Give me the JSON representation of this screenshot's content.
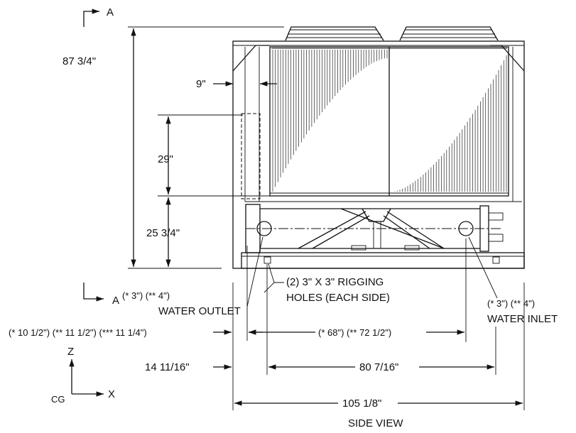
{
  "view_title": "SIDE VIEW",
  "section_marks": {
    "top": "A",
    "bottom": "A"
  },
  "dimensions": {
    "overall_height": "87 3/4\"",
    "fan_offset": "9\"",
    "coil_height": "29\"",
    "base_height": "25 3/4\"",
    "outlet_height_code": "(* 3\") (** 4\")",
    "inlet_height_code": "(* 3\") (** 4\")",
    "outlet_offset": "(* 10 1/2\") (** 11 1/2\") (*** 11 1/4\")",
    "nozzle_spacing": "(* 68\") (** 72 1/2\")",
    "rigging_offset": "14 11/16\"",
    "rigging_spacing": "80 7/16\"",
    "overall_length": "105 1/8\""
  },
  "callouts": {
    "water_outlet": "WATER OUTLET",
    "water_inlet": "WATER INLET",
    "rigging_line1": "(2) 3\" X 3\" RIGGING",
    "rigging_line2": "HOLES (EACH SIDE)"
  },
  "axes": {
    "z": "Z",
    "x": "X",
    "cg": "CG"
  }
}
